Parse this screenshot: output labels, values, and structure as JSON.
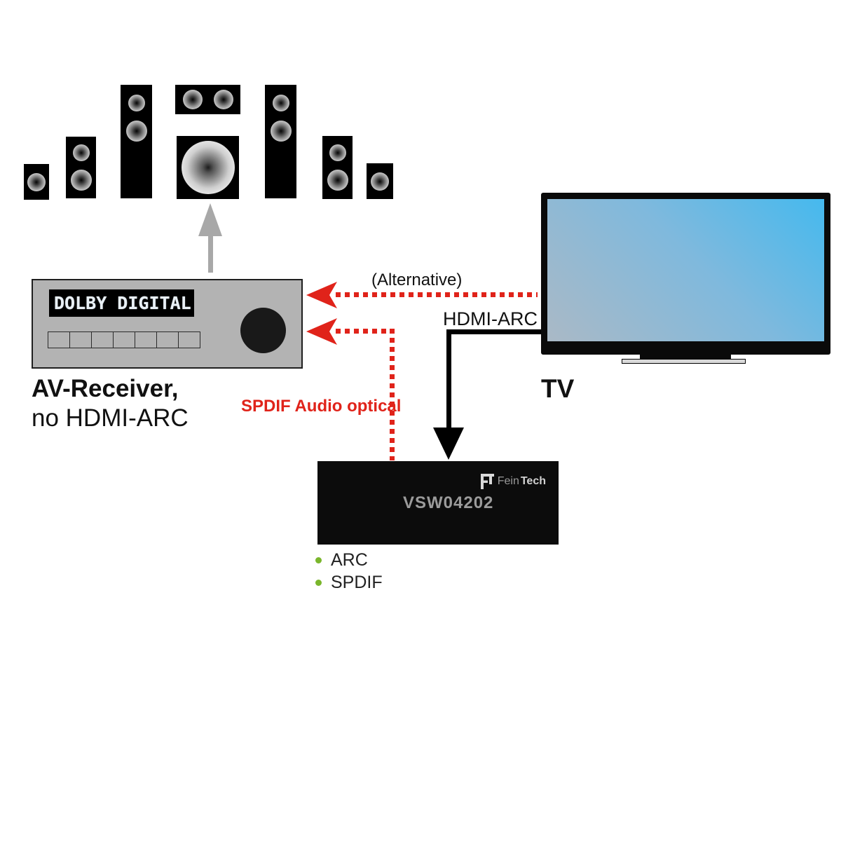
{
  "diagram": {
    "speaker_system": {
      "icon": "surround-speaker-set-icon"
    },
    "receiver": {
      "display_text": "DOLBY DIGITAL",
      "label_line1": "AV-Receiver,",
      "label_line2": "no HDMI-ARC"
    },
    "tv": {
      "label": "TV"
    },
    "connections": {
      "alternative_label": "(Alternative)",
      "hdmi_arc_label": "HDMI-ARC",
      "spdif_label": "SPDIF Audio optical"
    },
    "device": {
      "model": "VSW04202",
      "brand_monogram": "FT",
      "brand_name_regular": "Fein",
      "brand_name_bold": "Tech",
      "ports": [
        {
          "label": "ARC"
        },
        {
          "label": "SPDIF"
        }
      ]
    }
  },
  "colors": {
    "red": "#e0231a",
    "green": "#7ab62c",
    "receiver-gray": "#b3b3b3",
    "arrow-gray": "#a8a8a8",
    "screen-start": "#aab9c6",
    "screen-mid": "#7fb9dd",
    "screen-end": "#45b9ee",
    "device-black": "#0c0c0c",
    "model-gray": "#9b9b9b"
  }
}
